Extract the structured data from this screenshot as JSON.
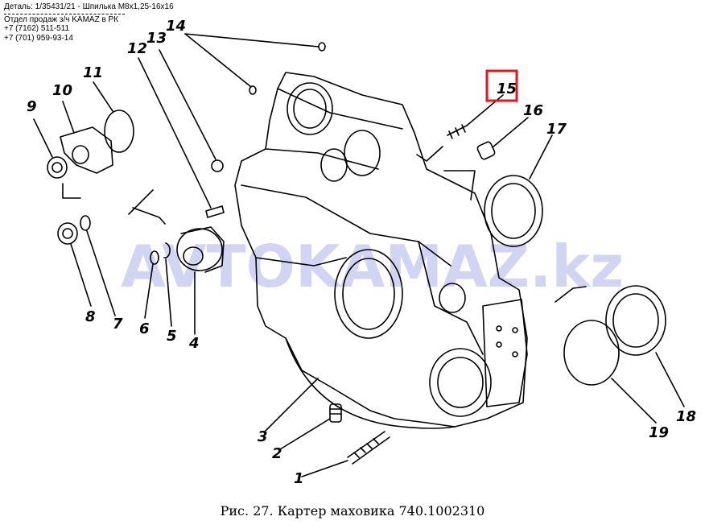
{
  "header": {
    "detail_line": "Деталь: 1/35431/21 - Шпилька М8х1,25-16х16",
    "dept": "Отдел продаж з/ч KAMAZ в РК",
    "phone1": "+7 (7162) 511-511",
    "phone2": "+7 (701) 959-93-14"
  },
  "watermark": "AVTOKAMAZ.kz",
  "caption": "Рис. 27. Картер маховика 740.1002310",
  "callouts": [
    "1",
    "2",
    "3",
    "4",
    "5",
    "6",
    "7",
    "8",
    "9",
    "10",
    "11",
    "12",
    "13",
    "14",
    "15",
    "16",
    "17",
    "18",
    "19"
  ],
  "highlight": {
    "label": "15",
    "color": "#e8141c"
  },
  "colors": {
    "ink": "#000000",
    "watermark": "#c9cdf0"
  }
}
